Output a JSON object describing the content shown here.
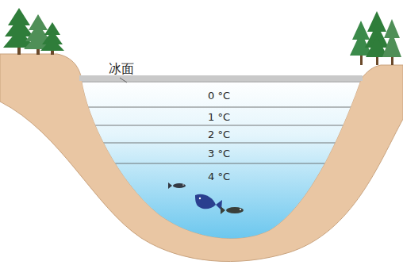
{
  "diagram": {
    "labels": [
      "冰面",
      "0 °C",
      "1 °C",
      "2 °C",
      "3 °C",
      "4 °C"
    ]
  }
}
